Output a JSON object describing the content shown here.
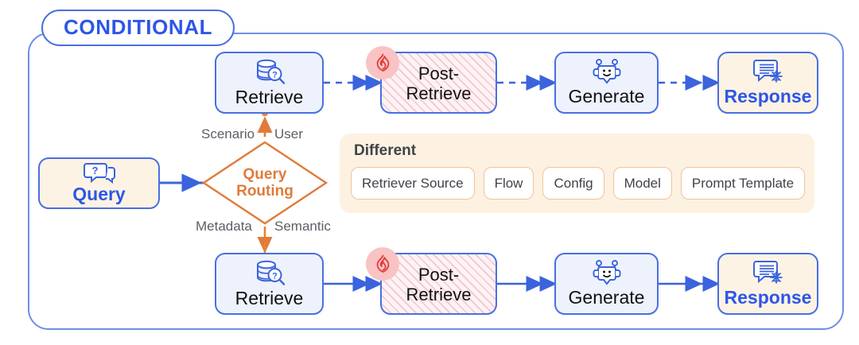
{
  "frame": {
    "title": "CONDITIONAL",
    "border_color": "#6d8ee8",
    "title_color": "#2d56e8"
  },
  "colors": {
    "blue": "#4a6fe0",
    "blue_text": "#2d56e8",
    "orange": "#e07b39",
    "node_fill": "#eef2fd",
    "cream_fill": "#fdf3e4",
    "hatch_pink": "#f3c6cf",
    "flame_badge": "#f9c3c3",
    "flame_stroke": "#e23b3b",
    "label_gray": "#5b6066"
  },
  "query_node": {
    "label": "Query",
    "icon": "question-chat-bubble-icon"
  },
  "router": {
    "line1": "Query",
    "line2": "Routing",
    "shape": "diamond",
    "color": "#e07b39",
    "edge_labels": {
      "top_left": "Scenario",
      "top_right": "User",
      "bottom_left": "Metadata",
      "bottom_right": "Semantic"
    }
  },
  "branches": [
    {
      "name": "top-branch",
      "arrow_style": "dashed",
      "nodes": [
        {
          "label": "Retrieve",
          "icon": "database-search-icon",
          "style": "plain"
        },
        {
          "label": "Post-\nRetrieve",
          "label_line1": "Post-",
          "label_line2": "Retrieve",
          "icon": "flame-icon",
          "style": "hatched",
          "badge": "flame-icon"
        },
        {
          "label": "Generate",
          "icon": "robot-icon",
          "style": "plain"
        },
        {
          "label": "Response",
          "icon": "chat-snowflake-icon",
          "style": "cream"
        }
      ]
    },
    {
      "name": "bottom-branch",
      "arrow_style": "solid",
      "nodes": [
        {
          "label": "Retrieve",
          "icon": "database-search-icon",
          "style": "plain"
        },
        {
          "label": "Post-\nRetrieve",
          "label_line1": "Post-",
          "label_line2": "Retrieve",
          "icon": "flame-icon",
          "style": "hatched",
          "badge": "flame-icon"
        },
        {
          "label": "Generate",
          "icon": "robot-icon",
          "style": "plain"
        },
        {
          "label": "Response",
          "icon": "chat-snowflake-icon",
          "style": "cream"
        }
      ]
    }
  ],
  "different_panel": {
    "title": "Different",
    "chips": [
      "Retriever Source",
      "Flow",
      "Config",
      "Model",
      "Prompt Template"
    ]
  }
}
